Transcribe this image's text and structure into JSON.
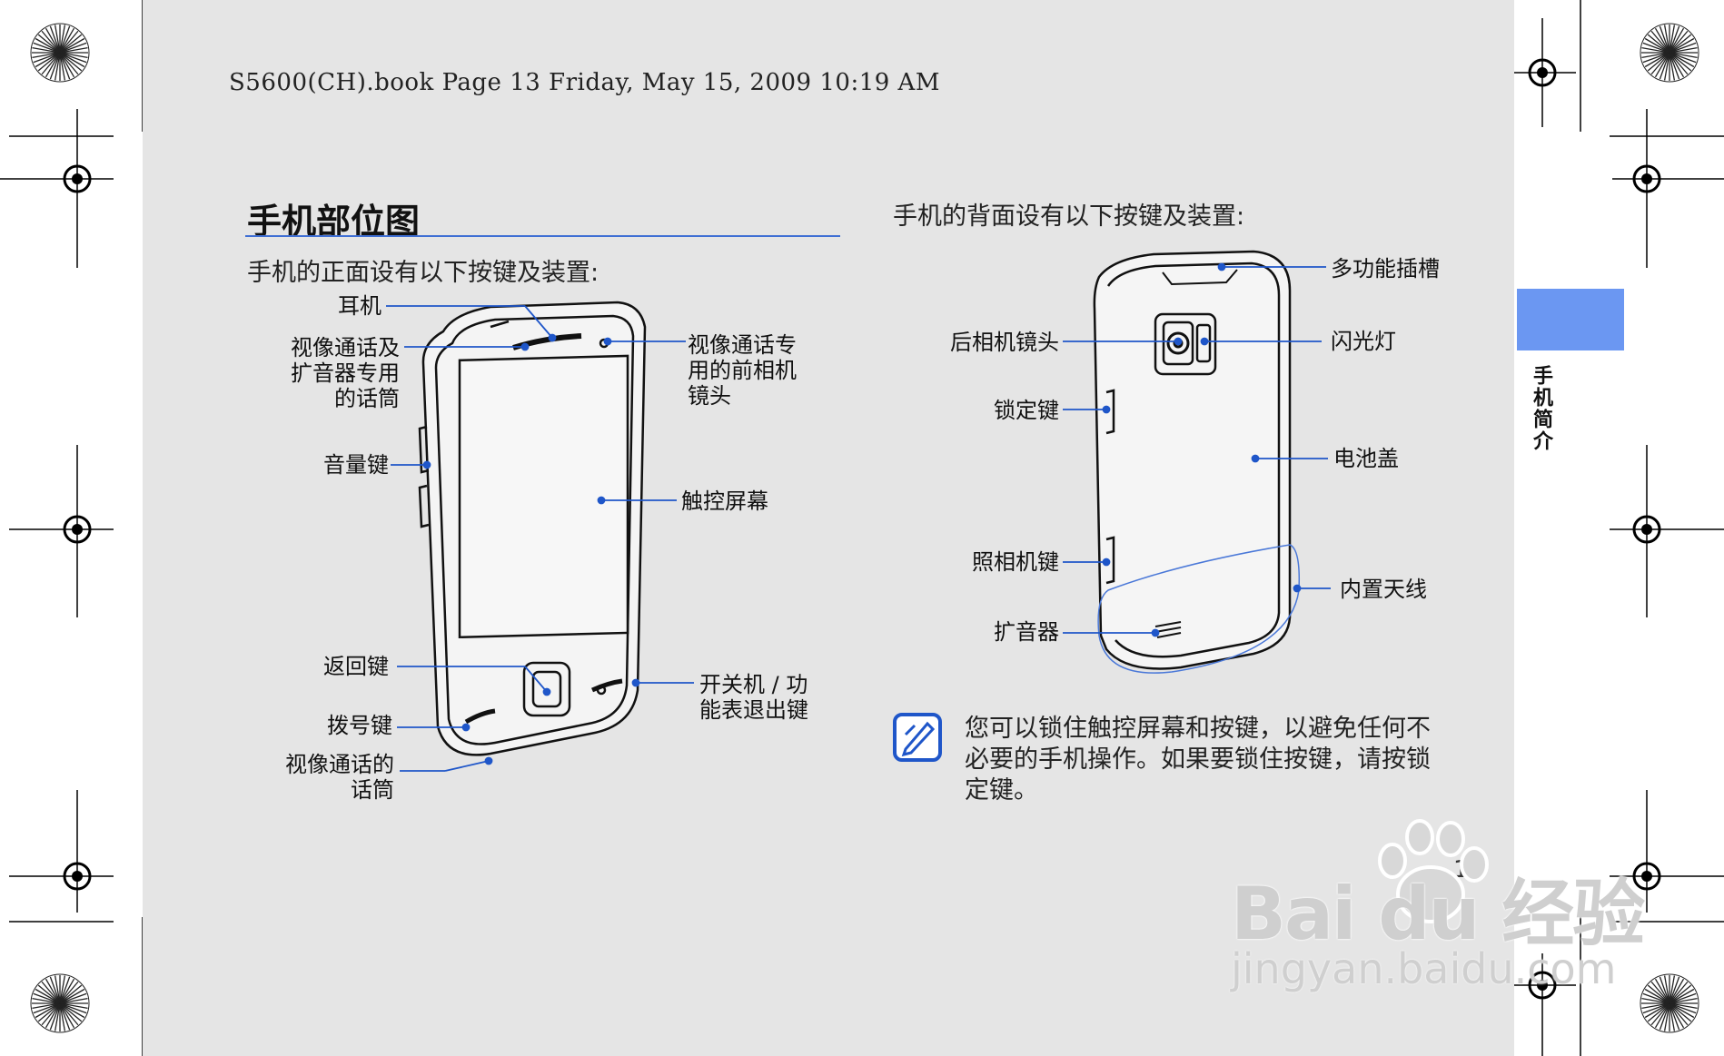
{
  "header": {
    "text": "S5600(CH).book  Page 13  Friday, May 15, 2009  10:19 AM"
  },
  "section": {
    "title": "手机部位图"
  },
  "front": {
    "intro": "手机的正面设有以下按键及装置:",
    "labels": {
      "earpiece": "耳机",
      "video_mic_line1": "视像通话及",
      "video_mic_line2": "扩音器专用",
      "video_mic_line3": "的话筒",
      "front_camera_line1": "视像通话专",
      "front_camera_line2": "用的前相机",
      "front_camera_line3": "镜头",
      "volume": "音量键",
      "touchscreen": "触控屏幕",
      "back_key": "返回键",
      "power_line1": "开关机 / 功",
      "power_line2": "能表退出键",
      "dial_key": "拨号键",
      "video_call_mic_line1": "视像通话的",
      "video_call_mic_line2": "话筒"
    }
  },
  "rear": {
    "intro": "手机的背面设有以下按键及装置:",
    "labels": {
      "multi_jack": "多功能插槽",
      "rear_camera": "后相机镜头",
      "flash": "闪光灯",
      "lock_key": "锁定键",
      "battery_cover": "电池盖",
      "camera_key": "照相机键",
      "antenna": "内置天线",
      "speaker": "扩音器"
    }
  },
  "note": {
    "line1": "您可以锁住触控屏幕和按键，以避免任何不",
    "line2": "必要的手机操作。如果要锁住按键，请按锁",
    "line3": "定键。"
  },
  "sidebar": {
    "chapter": "手机简介"
  },
  "page_number": "13",
  "watermark": {
    "main": "Bai du 经验",
    "sub": "jingyan.baidu.com"
  },
  "colors": {
    "accent": "#3f6fd4",
    "tab": "#6b97f2",
    "page_bg": "#e5e5e5",
    "leader": "#1f56c9"
  }
}
